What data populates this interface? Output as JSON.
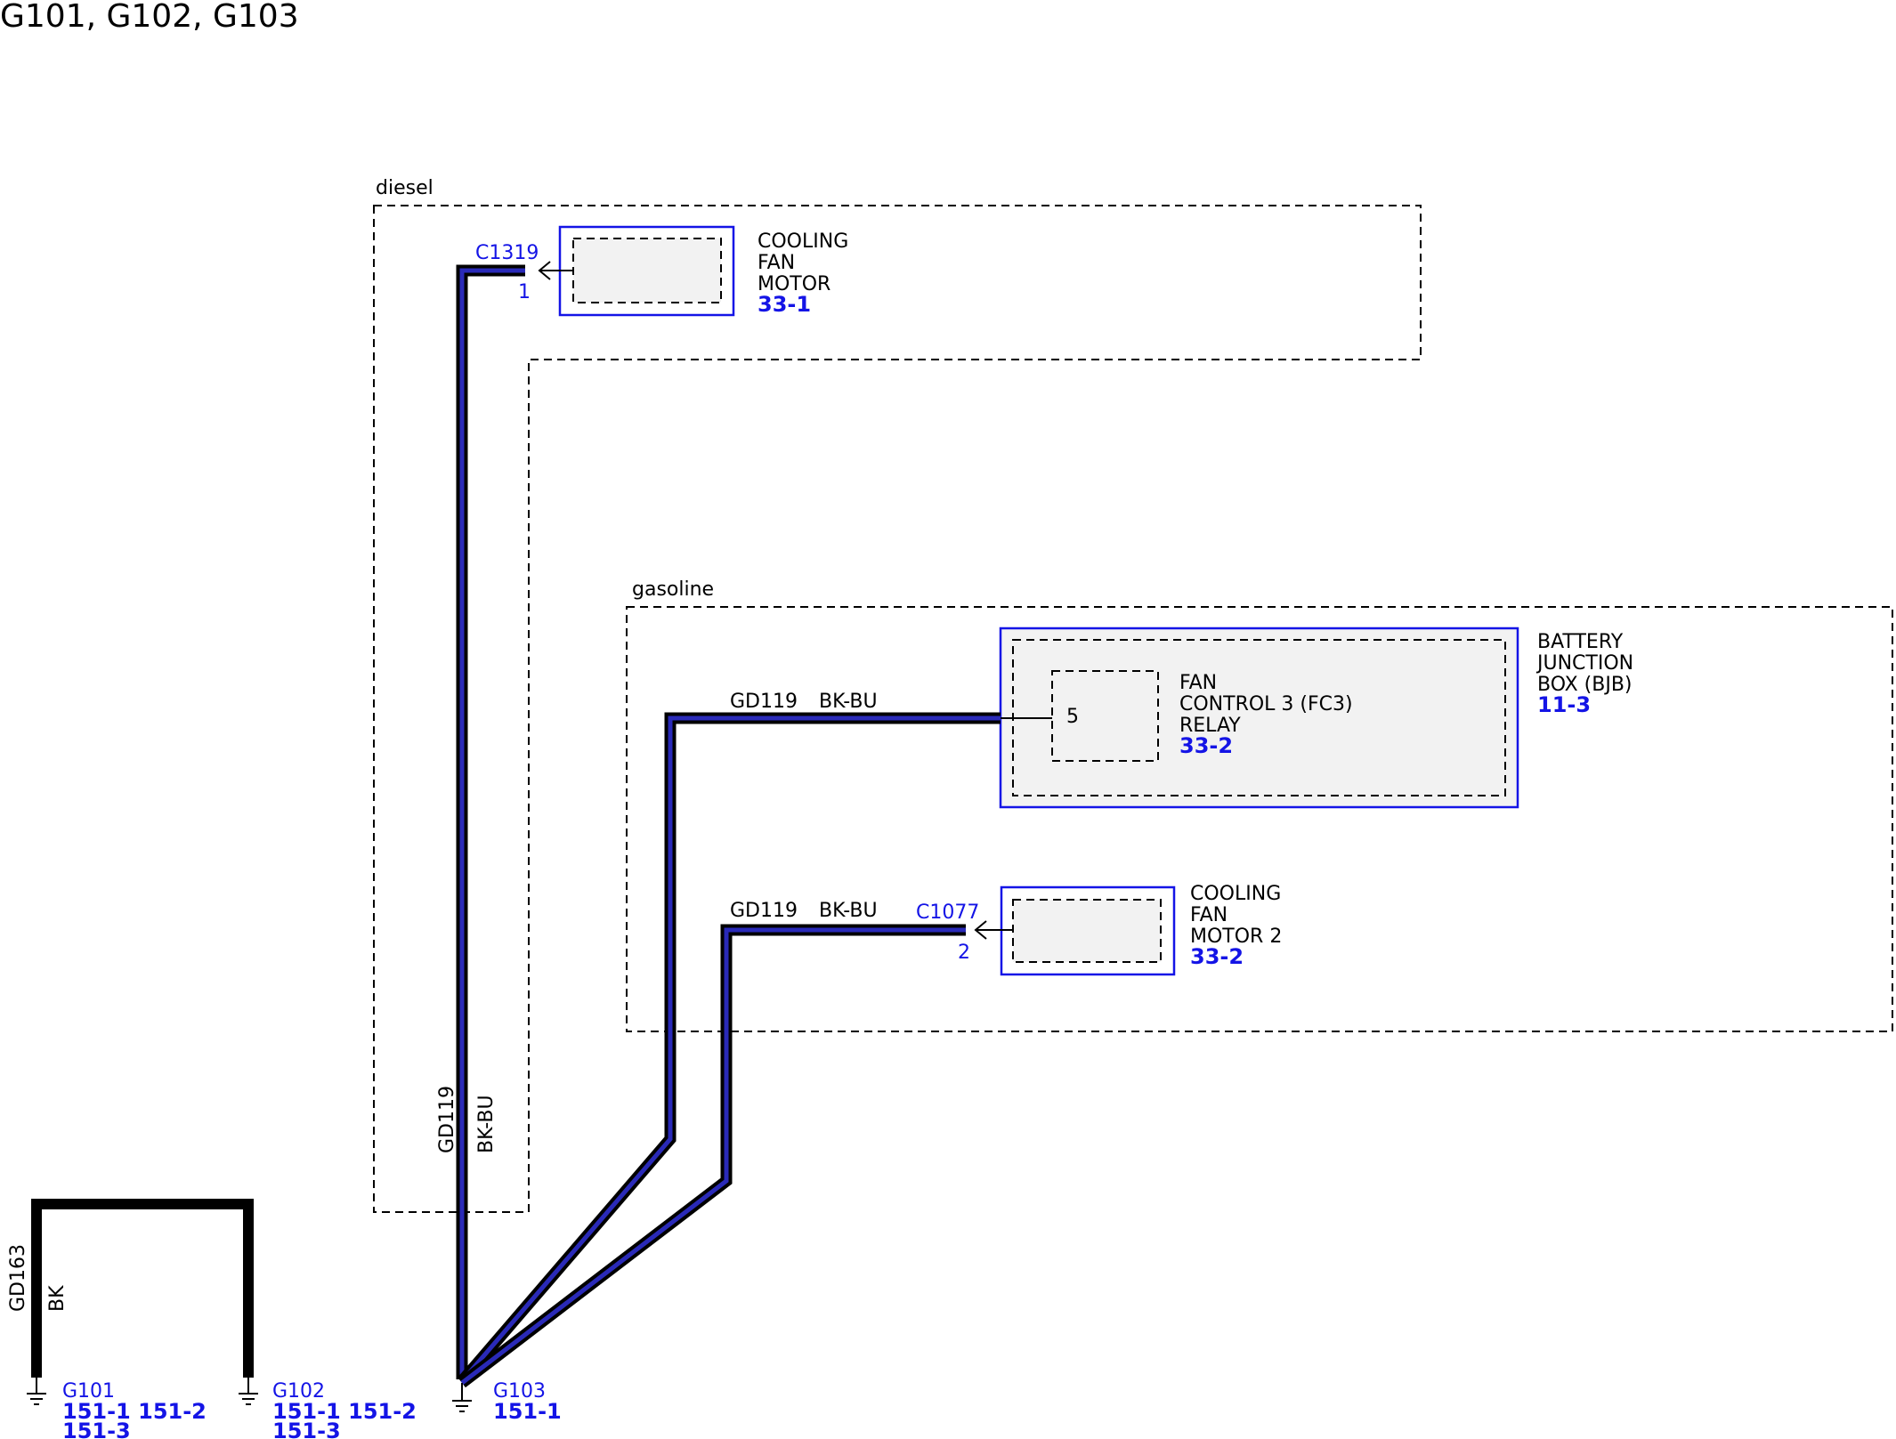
{
  "page": {
    "title": "G101, G102, G103"
  },
  "zones": {
    "diesel": "diesel",
    "gasoline": "gasoline"
  },
  "components": {
    "cooling_fan_motor": {
      "line1": "COOLING",
      "line2": "FAN",
      "line3": "MOTOR",
      "ref": "33-1",
      "connector": "C1319",
      "pin": "1"
    },
    "bjb": {
      "line1": "BATTERY",
      "line2": "JUNCTION",
      "line3": "BOX (BJB)",
      "ref": "11-3"
    },
    "fc3_relay": {
      "line1": "FAN",
      "line2": "CONTROL 3 (FC3)",
      "line3": "RELAY",
      "ref": "33-2",
      "pin": "5"
    },
    "cooling_fan_motor_2": {
      "line1": "COOLING",
      "line2": "FAN",
      "line3": "MOTOR 2",
      "ref": "33-2",
      "connector": "C1077",
      "pin": "2"
    }
  },
  "wires": {
    "diesel_vertical": {
      "circuit": "GD119",
      "color": "BK-BU"
    },
    "gas_relay": {
      "circuit": "GD119",
      "color": "BK-BU"
    },
    "gas_motor2": {
      "circuit": "GD119",
      "color": "BK-BU"
    },
    "ground_bridge": {
      "circuit": "GD163",
      "color": "BK"
    }
  },
  "grounds": {
    "g101": {
      "label": "G101",
      "refs_line1": "151-1 151-2",
      "refs_line2": "151-3"
    },
    "g102": {
      "label": "G102",
      "refs_line1": "151-1 151-2",
      "refs_line2": "151-3"
    },
    "g103": {
      "label": "G103",
      "refs_line1": "151-1"
    }
  },
  "colors": {
    "wire_black": "#000000",
    "wire_blue_tracer": "#2a2ab8",
    "component_border": "#1414e6",
    "reference_text": "#1414e6",
    "component_fill": "#f2f2f2"
  }
}
